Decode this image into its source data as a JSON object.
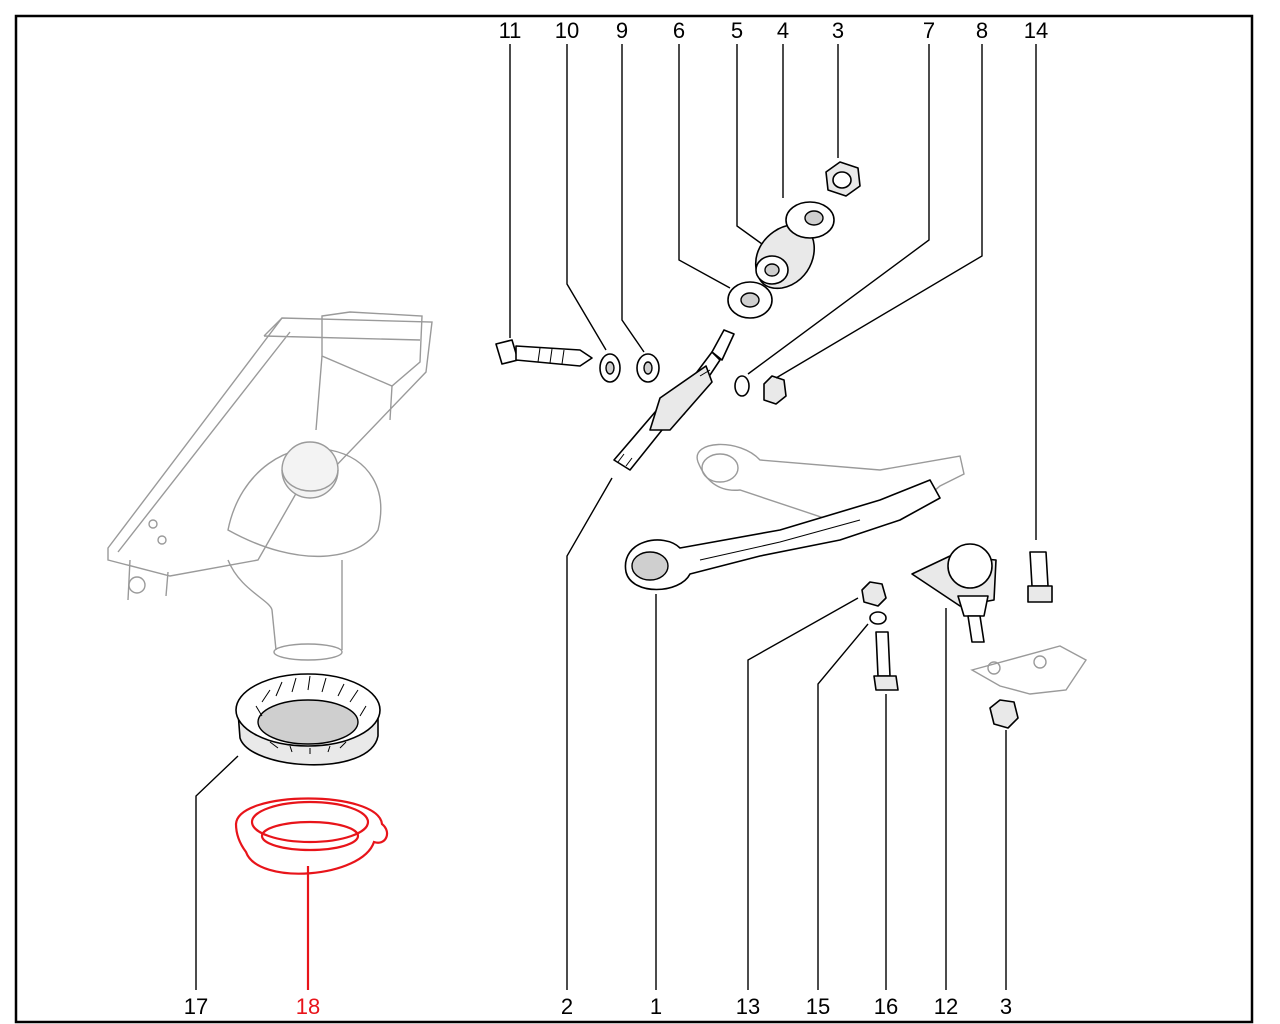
{
  "labels_top": [
    {
      "id": "11",
      "text": "11"
    },
    {
      "id": "10",
      "text": "10"
    },
    {
      "id": "9",
      "text": "9"
    },
    {
      "id": "6",
      "text": "6"
    },
    {
      "id": "5",
      "text": "5"
    },
    {
      "id": "4",
      "text": "4"
    },
    {
      "id": "3a",
      "text": "3"
    },
    {
      "id": "7",
      "text": "7"
    },
    {
      "id": "8",
      "text": "8"
    },
    {
      "id": "14",
      "text": "14"
    }
  ],
  "labels_bottom": [
    {
      "id": "17",
      "text": "17"
    },
    {
      "id": "18",
      "text": "18",
      "highlight": true
    },
    {
      "id": "2",
      "text": "2"
    },
    {
      "id": "1",
      "text": "1"
    },
    {
      "id": "13",
      "text": "13"
    },
    {
      "id": "15",
      "text": "15"
    },
    {
      "id": "16",
      "text": "16"
    },
    {
      "id": "12",
      "text": "12"
    },
    {
      "id": "3b",
      "text": "3"
    }
  ],
  "colors": {
    "line": "#000000",
    "highlight": "#e8141a",
    "background": "#ffffff"
  }
}
